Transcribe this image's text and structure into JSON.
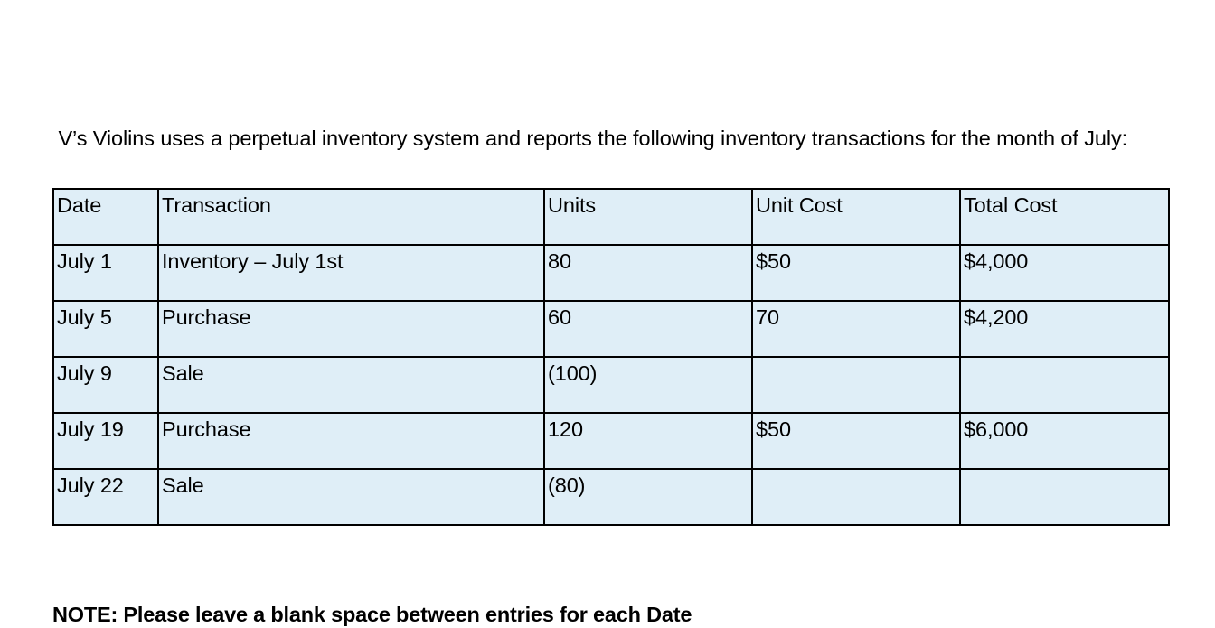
{
  "document": {
    "intro_paragraph": " V’s Violins uses a perpetual inventory system and reports the following inventory transactions for the month of July:",
    "note": "NOTE: Please leave a blank space between entries for each Date"
  },
  "colors": {
    "cell_background": "#dfeef7",
    "border": "#000000",
    "text": "#000000",
    "page_background": "#ffffff"
  },
  "table": {
    "columns": [
      {
        "key": "date",
        "label": "Date"
      },
      {
        "key": "transaction",
        "label": "Transaction"
      },
      {
        "key": "units",
        "label": "Units"
      },
      {
        "key": "unit_cost",
        "label": "Unit Cost"
      },
      {
        "key": "total_cost",
        "label": "Total Cost"
      }
    ],
    "rows": [
      {
        "date": "July 1",
        "transaction": "Inventory – July 1st",
        "units": "80",
        "unit_cost": "$50",
        "total_cost": "$4,000"
      },
      {
        "date": "July 5",
        "transaction": "Purchase",
        "units": "60",
        "unit_cost": "70",
        "total_cost": "$4,200"
      },
      {
        "date": "July 9",
        "transaction": "Sale",
        "units": "(100)",
        "unit_cost": "",
        "total_cost": ""
      },
      {
        "date": "July 19",
        "transaction": "Purchase",
        "units": "120",
        "unit_cost": "$50",
        "total_cost": "$6,000"
      },
      {
        "date": "July 22",
        "transaction": "Sale",
        "units": "(80)",
        "unit_cost": "",
        "total_cost": ""
      }
    ]
  }
}
